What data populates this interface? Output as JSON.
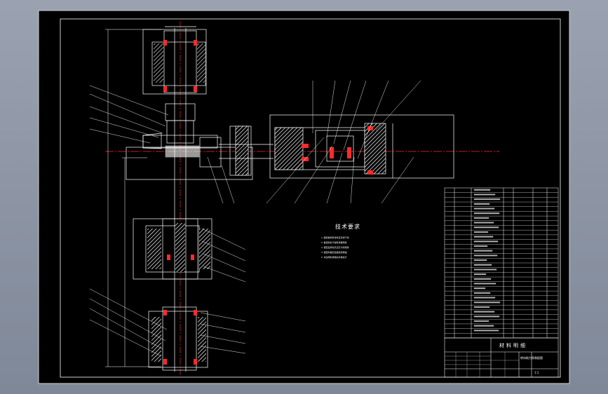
{
  "colors": {
    "sheet": "#000000",
    "line": "#ffffff",
    "centerline": "#ff2a2a",
    "leader": "#ffffff",
    "background": "#8a93a3"
  },
  "notes": {
    "title": "技术要求",
    "lines": [
      "1.装配前所有零件应清洗干净",
      "2.各密封处不得有渗漏现象",
      "3.装配后转动灵活无卡滞现象",
      "4.装配时各配合面涂润滑油",
      "5.未注明处按相关标准执行"
    ]
  },
  "title_block": {
    "title": "材料明细",
    "drawing_name": "转向助力泵装配图",
    "scale": "1:1"
  }
}
